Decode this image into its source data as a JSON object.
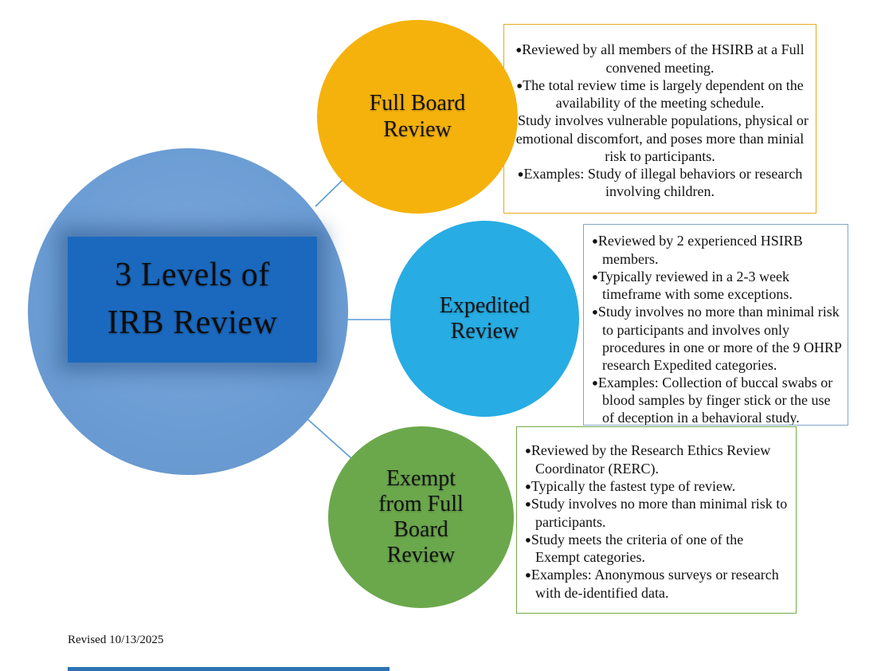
{
  "title": {
    "lines": [
      "3 Levels of",
      "IRB Review"
    ]
  },
  "levels": [
    {
      "label": "Full Board Review",
      "circle_color": "#F5B20D",
      "box_border_color": "#E3AC1F",
      "bullets": [
        "Reviewed by all members of the HSIRB at a Full convened meeting.",
        "The total review time is largely dependent on the availability of the meeting schedule.",
        "Study involves vulnerable populations, physical or emotional discomfort, and poses more than minial risk to participants.",
        "Examples: Study of illegal behaviors or research involving children."
      ]
    },
    {
      "label": "Expedited Review",
      "circle_color": "#27ACE3",
      "box_border_color": "#7EA6C8",
      "bullets": [
        "Reviewed by 2 experienced HSIRB members.",
        "Typically reviewed in a 2-3 week timeframe with some exceptions.",
        "Study involves no more than minimal risk to participants and involves only procedures in one or more of the 9 OHRP research Expedited categories.",
        "Examples: Collection of buccal swabs or blood samples by finger stick or the use of deception in a behavioral study."
      ]
    },
    {
      "label": "Exempt from Full Board Review",
      "circle_color": "#6BA84C",
      "box_border_color": "#70AD47",
      "bullets": [
        "Reviewed by the Research Ethics Review Coordinator (RERC).",
        "Typically the fastest type of review.",
        "Study involves no more than minimal risk to participants.",
        "Study meets the criteria of one of the Exempt categories.",
        "Examples: Anonymous surveys or research with de-identified data."
      ]
    }
  ],
  "colors": {
    "main_circle": "#6C9DD4",
    "title_panel": "#1B69BE",
    "connector": "#5B9BD5",
    "accent_bar": "#2E74B5"
  },
  "icons": {
    "bullet": "●"
  },
  "footer": {
    "revised": "Revised 10/13/2025"
  }
}
